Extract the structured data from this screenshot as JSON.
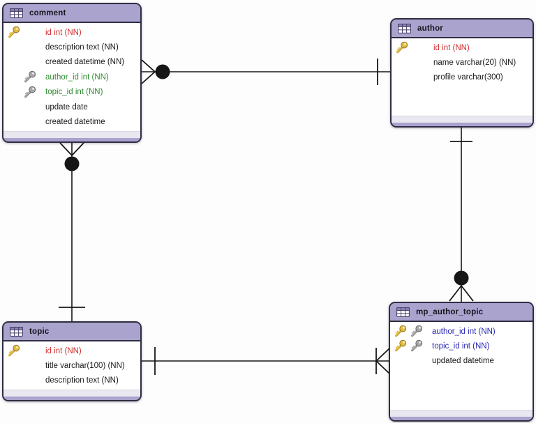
{
  "canvas": {
    "background": "#fdfdfd"
  },
  "palette": {
    "header_purple": "#a9a3cd",
    "footer_light": "#e9e8f0",
    "table_border": "#2e2e44",
    "line_color": "#161616",
    "pk_red": "#d22d2d",
    "fk_green": "#2f8b2f",
    "pkfk_blue": "#2828b4",
    "text_black": "#1a1a1a",
    "gold_key": "#e2bb45",
    "gray_key": "#a8a8a8"
  },
  "tables": [
    {
      "id": "comment",
      "name": "comment",
      "columns": [
        {
          "label": "id int (NN)",
          "icons": [
            "gold-key"
          ],
          "color": "#d22d2d"
        },
        {
          "label": "description text (NN)",
          "icons": [],
          "color": "#1a1a1a"
        },
        {
          "label": "created datetime (NN)",
          "icons": [],
          "color": "#1a1a1a"
        },
        {
          "label": "author_id int (NN)",
          "icons": [
            "gray-key"
          ],
          "color": "#2f8b2f"
        },
        {
          "label": "topic_id int (NN)",
          "icons": [
            "gray-key"
          ],
          "color": "#2f8b2f"
        },
        {
          "label": "update date",
          "icons": [],
          "color": "#1a1a1a"
        },
        {
          "label": "created datetime",
          "icons": [],
          "color": "#1a1a1a"
        }
      ]
    },
    {
      "id": "author",
      "name": "author",
      "columns": [
        {
          "label": "id int (NN)",
          "icons": [
            "gold-key"
          ],
          "color": "#d22d2d"
        },
        {
          "label": "name varchar(20) (NN)",
          "icons": [],
          "color": "#1a1a1a"
        },
        {
          "label": "profile varchar(300)",
          "icons": [],
          "color": "#1a1a1a"
        }
      ]
    },
    {
      "id": "topic",
      "name": "topic",
      "columns": [
        {
          "label": "id int (NN)",
          "icons": [
            "gold-key"
          ],
          "color": "#d22d2d"
        },
        {
          "label": "title varchar(100) (NN)",
          "icons": [],
          "color": "#1a1a1a"
        },
        {
          "label": "description text (NN)",
          "icons": [],
          "color": "#1a1a1a"
        }
      ]
    },
    {
      "id": "mp_author_topic",
      "name": "mp_author_topic",
      "columns": [
        {
          "label": "author_id int (NN)",
          "icons": [
            "gold-key",
            "gray-key"
          ],
          "color": "#2828b4"
        },
        {
          "label": "topic_id int (NN)",
          "icons": [
            "gold-key",
            "gray-key"
          ],
          "color": "#2828b4"
        },
        {
          "label": "updated datetime",
          "icons": [],
          "color": "#1a1a1a"
        }
      ]
    }
  ],
  "relationships": [
    {
      "from": "comment",
      "to": "author",
      "from_end": "many mandatory (crow's foot + solid circle)",
      "to_end": "one (tick)"
    },
    {
      "from": "comment",
      "to": "topic",
      "from_end": "many mandatory (crow's foot + solid circle)",
      "to_end": "one (tick)"
    },
    {
      "from": "topic",
      "to": "mp_author_topic",
      "from_end": "one (tick)",
      "to_end": "many (tick + crow's foot)"
    },
    {
      "from": "author",
      "to": "mp_author_topic",
      "from_end": "one (tick)",
      "to_end": "many mandatory (solid circle + crow's foot)"
    }
  ]
}
